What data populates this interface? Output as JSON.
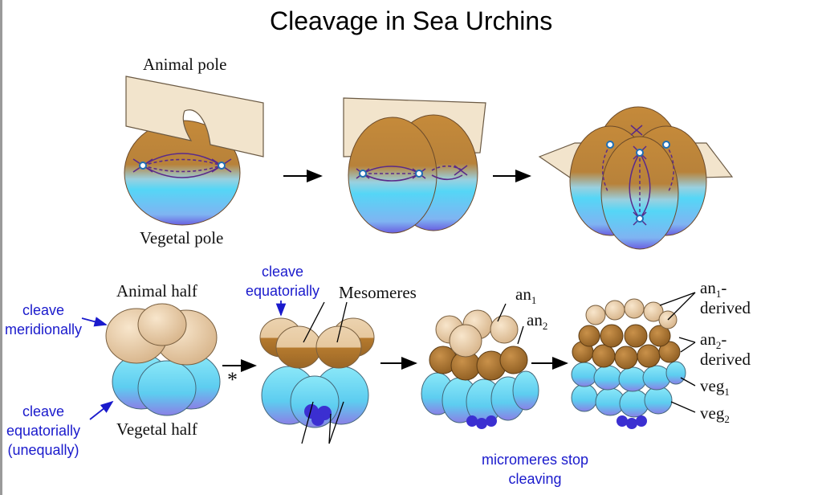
{
  "title": "Cleavage in Sea Urchins",
  "labels": {
    "animal_pole": "Animal pole",
    "vegetal_pole": "Vegetal pole",
    "animal_half": "Animal half",
    "vegetal_half": "Vegetal half",
    "mesomeres": "Mesomeres",
    "an1": "an",
    "an1_sub": "1",
    "an2": "an",
    "an2_sub": "2",
    "an1_derived_a": "an",
    "an1_derived_sub": "1",
    "an1_derived_b": "-",
    "an1_derived_c": "derived",
    "an2_derived_a": "an",
    "an2_derived_sub": "2",
    "an2_derived_b": "-",
    "an2_derived_c": "derived",
    "veg1": "veg",
    "veg1_sub": "1",
    "veg2": "veg",
    "veg2_sub": "2",
    "asterisk": "*"
  },
  "annotations": {
    "cleave_meridionally_1": "cleave",
    "cleave_meridionally_2": "meridionally",
    "cleave_equatorially_1": "cleave",
    "cleave_equatorially_2": "equatorially",
    "cleave_unequally_1": "cleave",
    "cleave_unequally_2": "equatorially",
    "cleave_unequally_3": "(unequally)",
    "micromeres_1": "micromeres stop",
    "micromeres_2": "cleaving"
  },
  "colors": {
    "animal_brown": "#b57a2e",
    "animal_tan": "#ecd3b0",
    "vegetal_cyan": "#5ed8f5",
    "vegetal_violet": "#8d86e8",
    "micromere": "#3b2fd1",
    "spindle": "#5a2a8a",
    "annotation_blue": "#1a1acc"
  }
}
